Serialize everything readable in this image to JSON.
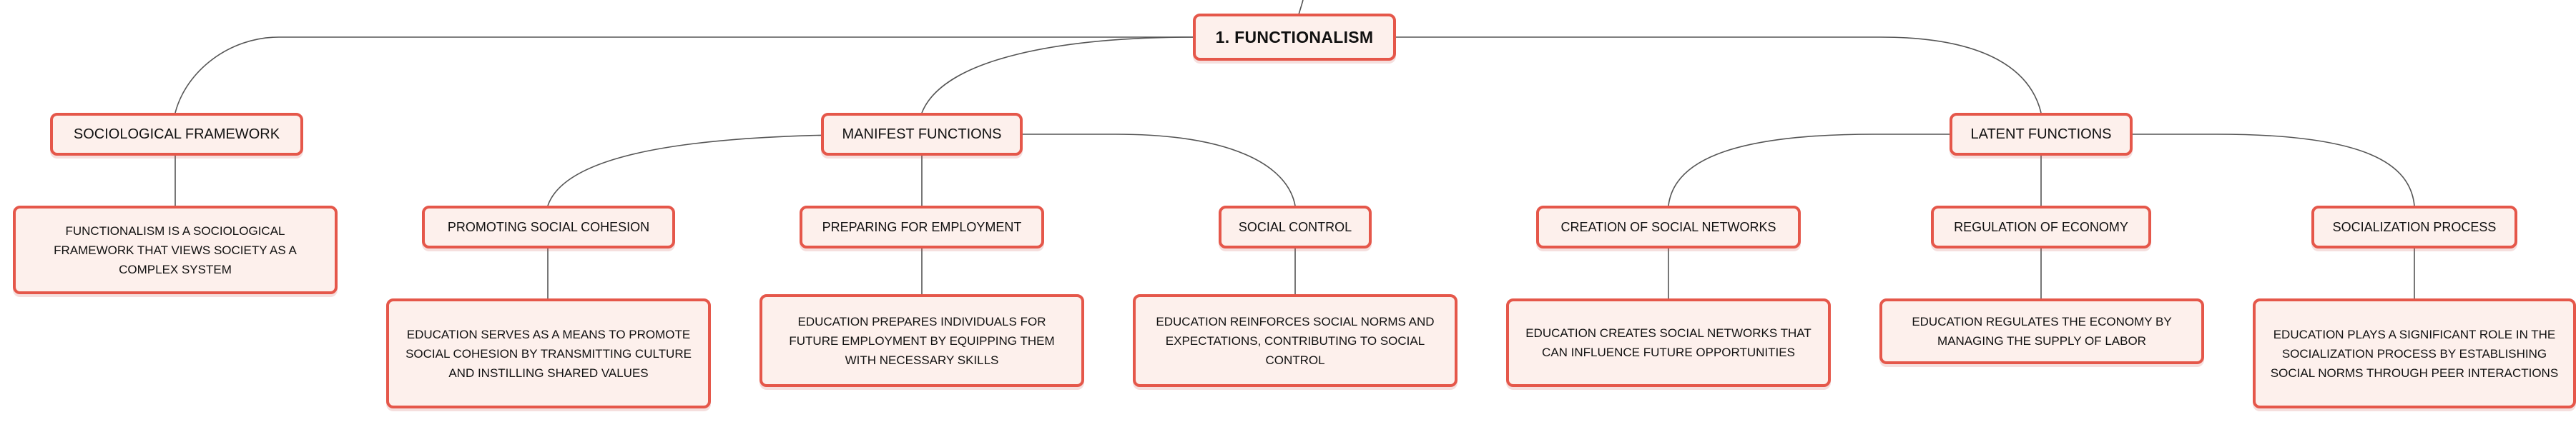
{
  "root": {
    "label": "1. FUNCTIONALISM"
  },
  "branches": {
    "sociological_framework": {
      "label": "SOCIOLOGICAL FRAMEWORK",
      "detail": "FUNCTIONALISM IS A SOCIOLOGICAL FRAMEWORK THAT VIEWS SOCIETY AS A COMPLEX SYSTEM"
    },
    "manifest_functions": {
      "label": "MANIFEST FUNCTIONS",
      "children": [
        {
          "label": "PROMOTING SOCIAL COHESION",
          "detail": "EDUCATION SERVES AS A MEANS TO PROMOTE SOCIAL COHESION BY TRANSMITTING CULTURE AND INSTILLING SHARED VALUES"
        },
        {
          "label": "PREPARING FOR EMPLOYMENT",
          "detail": "EDUCATION PREPARES INDIVIDUALS FOR FUTURE EMPLOYMENT BY EQUIPPING THEM WITH NECESSARY SKILLS"
        },
        {
          "label": "SOCIAL CONTROL",
          "detail": "EDUCATION REINFORCES SOCIAL NORMS AND EXPECTATIONS, CONTRIBUTING TO SOCIAL CONTROL"
        }
      ]
    },
    "latent_functions": {
      "label": "LATENT FUNCTIONS",
      "children": [
        {
          "label": "CREATION OF SOCIAL NETWORKS",
          "detail": "EDUCATION CREATES SOCIAL NETWORKS THAT CAN INFLUENCE FUTURE OPPORTUNITIES"
        },
        {
          "label": "REGULATION OF ECONOMY",
          "detail": "EDUCATION REGULATES THE ECONOMY BY MANAGING THE SUPPLY OF LABOR"
        },
        {
          "label": "SOCIALIZATION PROCESS",
          "detail": "EDUCATION PLAYS A SIGNIFICANT ROLE IN THE SOCIALIZATION PROCESS BY ESTABLISHING SOCIAL NORMS THROUGH PEER INTERACTIONS"
        }
      ]
    }
  },
  "colors": {
    "node_border": "#e5574a",
    "node_fill": "#fdf0ec",
    "connector": "#555555",
    "text": "#111111"
  }
}
